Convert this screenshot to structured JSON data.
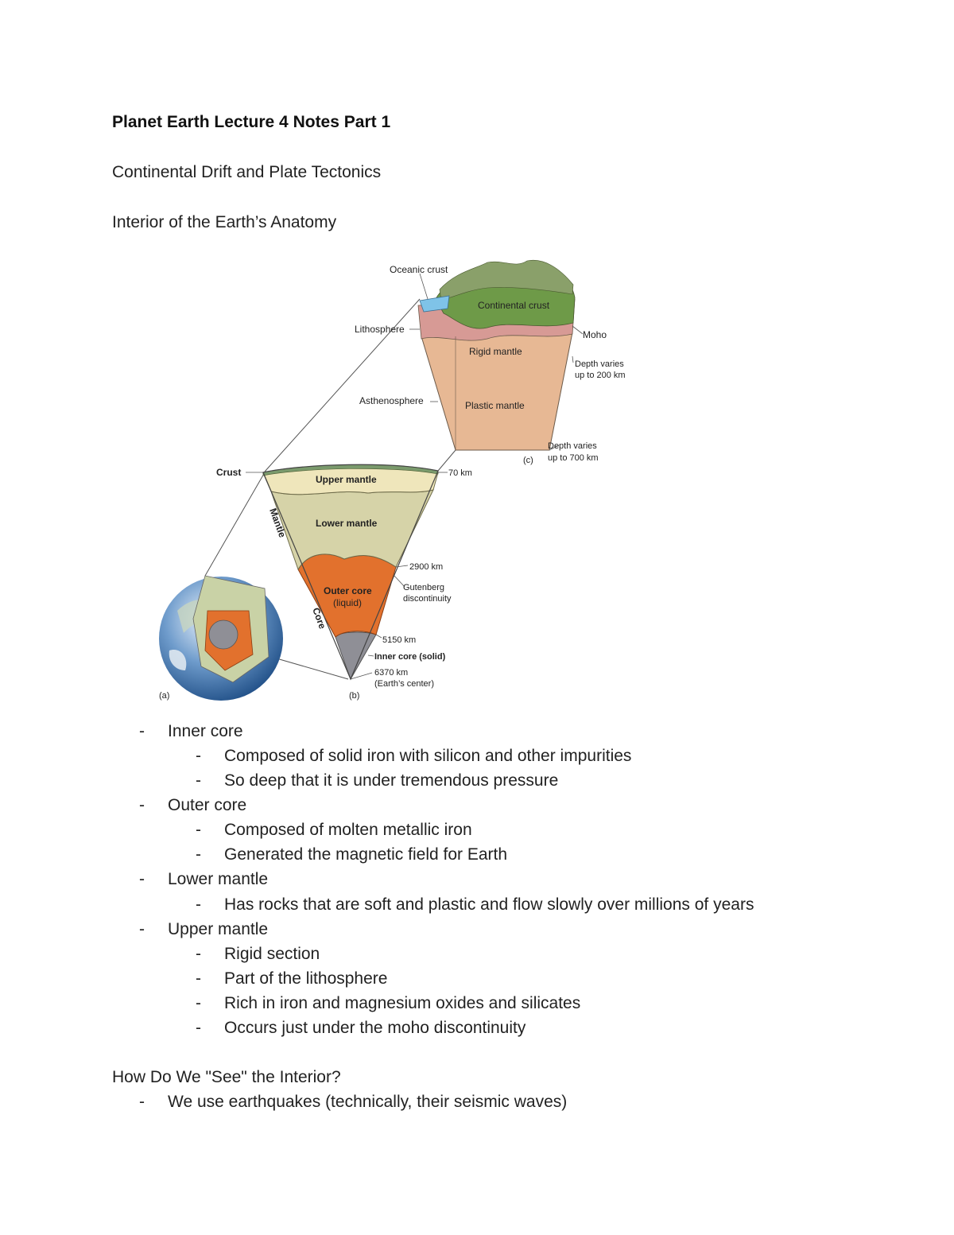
{
  "document": {
    "title": "Planet Earth Lecture 4 Notes Part 1",
    "subtitle": "Continental Drift and Plate Tectonics",
    "section1_heading": "Interior of the Earth’s Anatomy",
    "section2_heading": "How Do We \"See\" the Interior?"
  },
  "figure": {
    "labels": {
      "oceanic_crust": "Oceanic crust",
      "continental_crust": "Continental crust",
      "lithosphere": "Lithosphere",
      "moho": "Moho",
      "rigid_mantle": "Rigid mantle",
      "depth200_1": "Depth varies",
      "depth200_2": "up to 200 km",
      "asthenosphere": "Asthenosphere",
      "plastic_mantle": "Plastic mantle",
      "depth700_1": "Depth varies",
      "depth700_2": "up to 700 km",
      "panel_c": "(c)",
      "crust": "Crust",
      "upper_mantle": "Upper mantle",
      "km70": "70 km",
      "mantle": "Mantle",
      "lower_mantle": "Lower mantle",
      "km2900": "2900 km",
      "outer_core_1": "Outer core",
      "outer_core_2": "(liquid)",
      "gutenberg_1": "Gutenberg",
      "gutenberg_2": "discontinuity",
      "core": "Core",
      "km5150": "5150 km",
      "inner_core": "Inner core (solid)",
      "km6370": "6370 km",
      "earth_center": "(Earth’s center)",
      "panel_a": "(a)",
      "panel_b": "(b)"
    },
    "colors": {
      "ocean": "#7fc3e8",
      "continental": "#6e9a48",
      "rigid_mantle": "#d79a95",
      "plastic_mantle": "#e7b894",
      "upper_mantle": "#efe6bb",
      "lower_mantle": "#d6d3a8",
      "outer_core": "#e2712d",
      "inner_core": "#8f8f96"
    }
  },
  "list": [
    {
      "level": 1,
      "text": "Inner core"
    },
    {
      "level": 2,
      "text": "Composed of solid iron with silicon and other impurities"
    },
    {
      "level": 2,
      "text": "So deep that it is under tremendous pressure"
    },
    {
      "level": 1,
      "text": "Outer core"
    },
    {
      "level": 2,
      "text": "Composed of molten metallic iron"
    },
    {
      "level": 2,
      "text": "Generated the magnetic field for Earth"
    },
    {
      "level": 1,
      "text": "Lower mantle"
    },
    {
      "level": 2,
      "text": "Has rocks that are soft and plastic and flow slowly over millions of years"
    },
    {
      "level": 1,
      "text": "Upper mantle"
    },
    {
      "level": 2,
      "text": "Rigid section"
    },
    {
      "level": 2,
      "text": "Part of the lithosphere"
    },
    {
      "level": 2,
      "text": "Rich in iron and magnesium oxides and silicates"
    },
    {
      "level": 2,
      "text": "Occurs just under the moho discontinuity"
    }
  ],
  "list2": [
    {
      "level": 1,
      "text": "We use earthquakes (technically, their seismic waves)"
    }
  ]
}
